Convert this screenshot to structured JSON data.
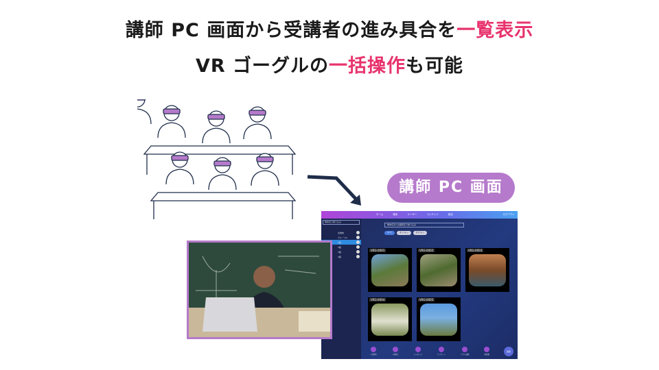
{
  "title": {
    "line1_a": "講師 PC 画面から受講者の進み具合を",
    "line1_b": "一覧表示",
    "line2_a": "VR ゴーグルの",
    "line2_b": "一括操作",
    "line2_c": "も可能"
  },
  "badge": "講師 PC 画面",
  "app": {
    "nav": [
      "ホーム",
      "端末",
      "ユーザー",
      "コンテンツ",
      "設定"
    ],
    "nav_right": "ログアウト",
    "sidebar_search": "端末名で絞り込み",
    "sidebar_items": [
      "全端末",
      "グループA",
      "1組",
      "2組",
      "3組",
      "4組"
    ],
    "search_placeholder": "端末名または識別名で絞り込み",
    "chips": [
      "すべて",
      "オンライン",
      "オフライン"
    ],
    "devices": [
      {
        "name": "VRG-0001"
      },
      {
        "name": "VRG-0002"
      },
      {
        "name": "VRG-0003"
      },
      {
        "name": "VRG-0004"
      },
      {
        "name": "VRG-0005"
      }
    ],
    "actions": [
      "一括再生",
      "一括停止",
      "メッセージ",
      "アンケート",
      "アプリ起動",
      "再起動"
    ],
    "fab": "追加"
  },
  "colors": {
    "accent": "#e8336d",
    "badge": "#b57acb"
  }
}
